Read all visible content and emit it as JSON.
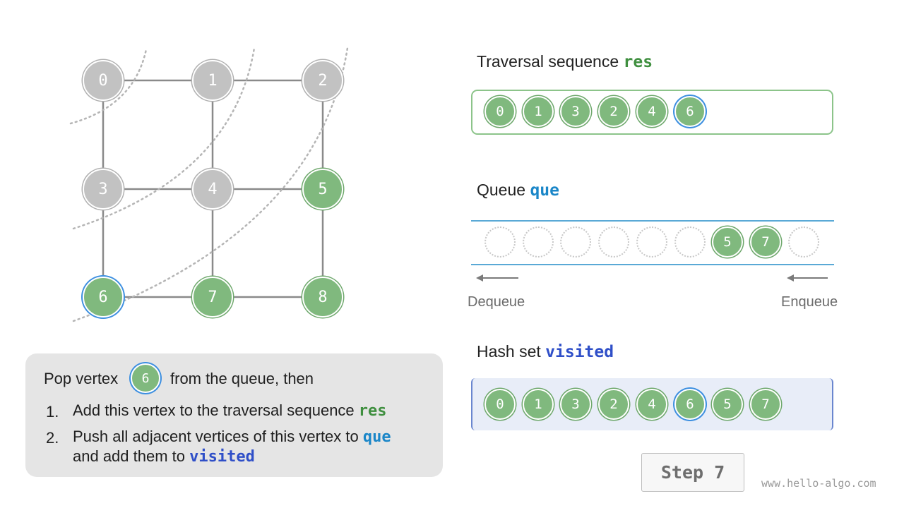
{
  "graph": {
    "nodes": [
      {
        "label": "0",
        "state": "gray"
      },
      {
        "label": "1",
        "state": "gray"
      },
      {
        "label": "2",
        "state": "gray"
      },
      {
        "label": "3",
        "state": "gray"
      },
      {
        "label": "4",
        "state": "gray"
      },
      {
        "label": "5",
        "state": "green"
      },
      {
        "label": "6",
        "state": "current"
      },
      {
        "label": "7",
        "state": "green"
      },
      {
        "label": "8",
        "state": "green"
      }
    ]
  },
  "res_section": {
    "title_prefix": "Traversal sequence ",
    "title_code": "res",
    "items": [
      "0",
      "1",
      "3",
      "2",
      "4",
      "6"
    ],
    "current_index": 5
  },
  "queue_section": {
    "title_prefix": "Queue ",
    "title_code": "que",
    "slots": [
      "",
      "",
      "",
      "",
      "",
      "",
      "5",
      "7",
      ""
    ],
    "dequeue_label": "Dequeue",
    "enqueue_label": "Enqueue"
  },
  "visited_section": {
    "title_prefix": "Hash set ",
    "title_code": "visited",
    "items": [
      "0",
      "1",
      "3",
      "2",
      "4",
      "6",
      "5",
      "7"
    ],
    "current_index": 5
  },
  "explanation": {
    "intro_prefix": "Pop vertex",
    "intro_vertex": "6",
    "intro_suffix": "from the queue, then",
    "step1_num": "1.",
    "step1_text": "Add this vertex to the traversal sequence ",
    "step1_code": "res",
    "step2_num": "2.",
    "step2_text": "Push all adjacent vertices of this vertex to ",
    "step2_code": "que",
    "step2_text2": "and add them to ",
    "step2_code2": "visited"
  },
  "step_button": "Step 7",
  "watermark": "www.hello-algo.com",
  "colors": {
    "green": "#80b97e",
    "gray": "#c2c2c2",
    "current_ring": "#3d8fe0",
    "res_border": "#8cc48a",
    "queue_line": "#5aa9d6",
    "visited_bg": "#e8edf8",
    "visited_border": "#6a86cf"
  }
}
